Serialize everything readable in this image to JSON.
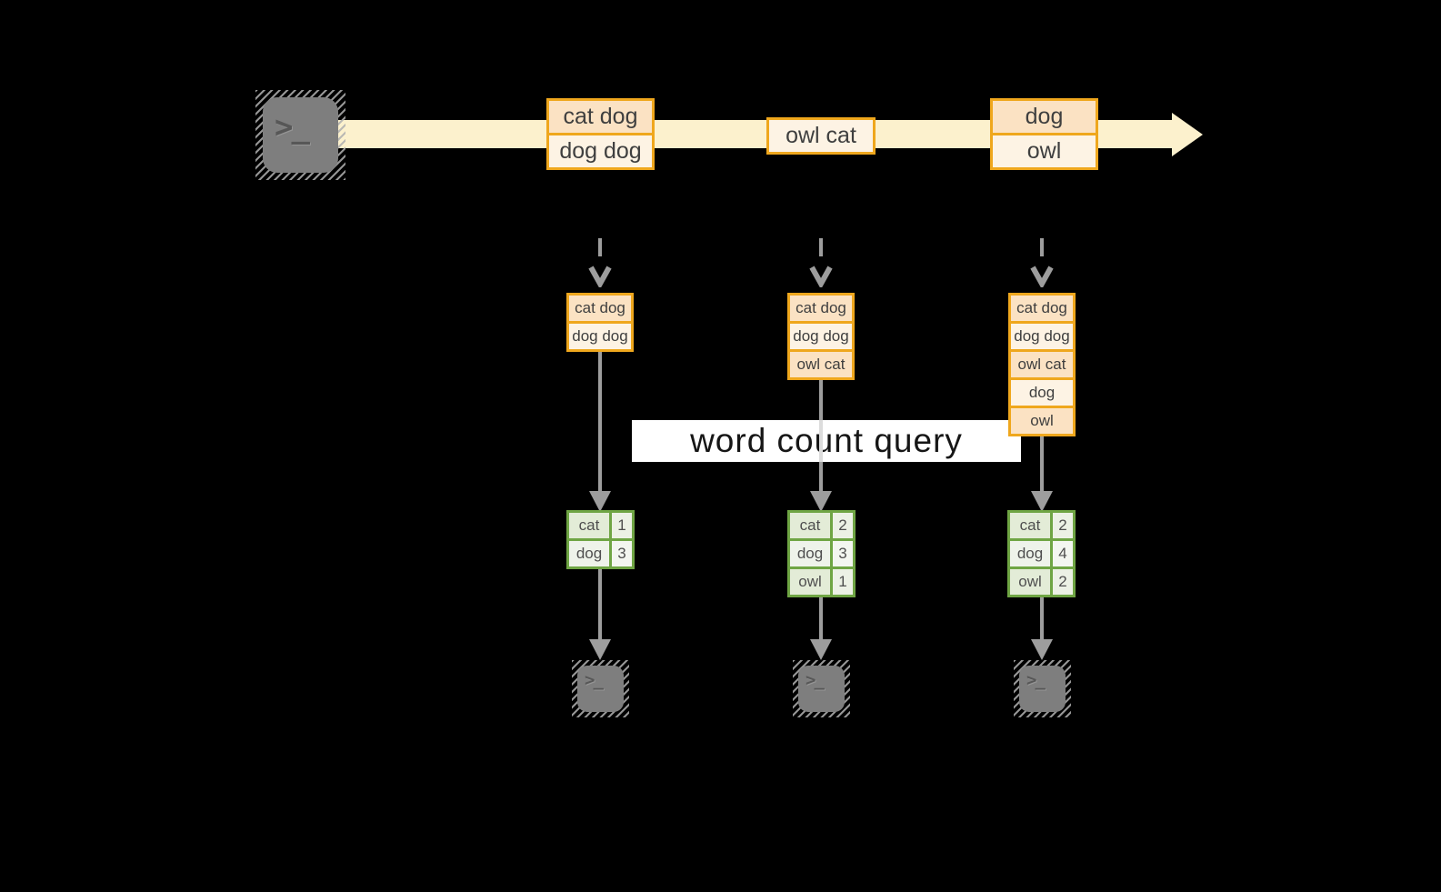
{
  "query_label": "word count query",
  "terminal_prompt": ">_",
  "stream": {
    "direction": "left-to-right",
    "events": [
      {
        "lines": [
          "cat dog",
          "dog dog"
        ]
      },
      {
        "lines": [
          "owl cat"
        ]
      },
      {
        "lines": [
          "dog",
          "owl"
        ]
      }
    ]
  },
  "columns": [
    {
      "state_rows": [
        "cat dog",
        "dog dog"
      ],
      "counts": [
        {
          "word": "cat",
          "count": "1"
        },
        {
          "word": "dog",
          "count": "3"
        }
      ]
    },
    {
      "state_rows": [
        "cat dog",
        "dog dog",
        "owl cat"
      ],
      "counts": [
        {
          "word": "cat",
          "count": "2"
        },
        {
          "word": "dog",
          "count": "3"
        },
        {
          "word": "owl",
          "count": "1"
        }
      ]
    },
    {
      "state_rows": [
        "cat dog",
        "dog dog",
        "owl cat",
        "dog",
        "owl"
      ],
      "counts": [
        {
          "word": "cat",
          "count": "2"
        },
        {
          "word": "dog",
          "count": "4"
        },
        {
          "word": "owl",
          "count": "2"
        }
      ]
    }
  ],
  "icons": {
    "source": "terminal-icon",
    "sinks": [
      "terminal-icon",
      "terminal-icon",
      "terminal-icon"
    ],
    "stream_arrow": "right-arrow-icon",
    "flow_arrow": "down-arrow-icon"
  },
  "colors": {
    "background": "#000000",
    "stream_band": "#fcf1cd",
    "box_border": "#efa71d",
    "box_fill_peach": "#fbe2c3",
    "box_fill_cream": "#fdf3e4",
    "table_border": "#6fa544",
    "table_fill_light": "#e3ecd7",
    "table_fill_lighter": "#eef3ea",
    "arrow_gray": "#9d9d9d",
    "terminal_gray": "#7e7e7e",
    "query_bg": "#ffffff",
    "query_text": "#161616"
  }
}
